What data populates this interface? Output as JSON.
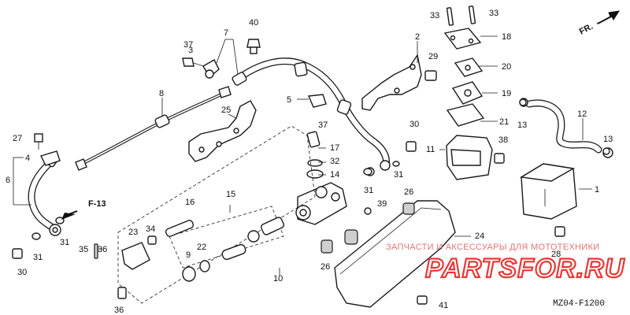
{
  "diagram_code": "MZ04-F1200",
  "front_marker": "FR.",
  "ref_marker": "F-13",
  "watermark": {
    "line1": "ЗАПЧАСТИ И АКСЕССУАРЫ ДЛЯ МОТОТЕХНИКИ",
    "logo": "PARTSFOR.RU"
  },
  "callouts": {
    "c1": "1",
    "c2": "2",
    "c3": "3",
    "c4": "4",
    "c5": "5",
    "c6": "6",
    "c7": "7",
    "c8": "8",
    "c9": "9",
    "c10": "10",
    "c11": "11",
    "c12": "12",
    "c13a": "13",
    "c13b": "13",
    "c14": "14",
    "c15": "15",
    "c16": "16",
    "c17": "17",
    "c18": "18",
    "c19": "19",
    "c20": "20",
    "c21": "21",
    "c22": "22",
    "c23": "23",
    "c24": "24",
    "c25": "25",
    "c26a": "26",
    "c26b": "26",
    "c27": "27",
    "c28": "28",
    "c29": "29",
    "c30a": "30",
    "c30b": "30",
    "c31a": "31",
    "c31b": "31",
    "c31c": "31",
    "c31d": "31",
    "c32": "32",
    "c33a": "33",
    "c33b": "33",
    "c34": "34",
    "c35": "35",
    "c36a": "36",
    "c36b": "36",
    "c37a": "37",
    "c37b": "37",
    "c38": "38",
    "c39": "39",
    "c40": "40",
    "c41": "41"
  }
}
